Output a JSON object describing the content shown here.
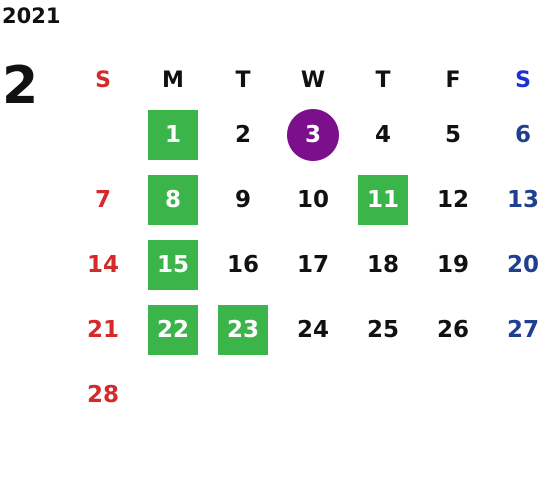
{
  "year": "2021",
  "month": "2",
  "weekdays": [
    "S",
    "M",
    "T",
    "W",
    "T",
    "F",
    "S"
  ],
  "colors": {
    "sunday": "#d42a2a",
    "saturday": "#1f3f8f",
    "saturday_header": "#1f2fd6",
    "highlight_green": "#3bb54a",
    "today_purple": "#7b0f8c"
  },
  "days": [
    {
      "d": "1",
      "col": 1,
      "row": 1,
      "mark": "green"
    },
    {
      "d": "2",
      "col": 2,
      "row": 1
    },
    {
      "d": "3",
      "col": 3,
      "row": 1,
      "mark": "purple"
    },
    {
      "d": "4",
      "col": 4,
      "row": 1
    },
    {
      "d": "5",
      "col": 5,
      "row": 1
    },
    {
      "d": "6",
      "col": 6,
      "row": 1
    },
    {
      "d": "7",
      "col": 0,
      "row": 2
    },
    {
      "d": "8",
      "col": 1,
      "row": 2,
      "mark": "green"
    },
    {
      "d": "9",
      "col": 2,
      "row": 2
    },
    {
      "d": "10",
      "col": 3,
      "row": 2
    },
    {
      "d": "11",
      "col": 4,
      "row": 2,
      "mark": "green"
    },
    {
      "d": "12",
      "col": 5,
      "row": 2
    },
    {
      "d": "13",
      "col": 6,
      "row": 2
    },
    {
      "d": "14",
      "col": 0,
      "row": 3
    },
    {
      "d": "15",
      "col": 1,
      "row": 3,
      "mark": "green"
    },
    {
      "d": "16",
      "col": 2,
      "row": 3
    },
    {
      "d": "17",
      "col": 3,
      "row": 3
    },
    {
      "d": "18",
      "col": 4,
      "row": 3
    },
    {
      "d": "19",
      "col": 5,
      "row": 3
    },
    {
      "d": "20",
      "col": 6,
      "row": 3
    },
    {
      "d": "21",
      "col": 0,
      "row": 4
    },
    {
      "d": "22",
      "col": 1,
      "row": 4,
      "mark": "green"
    },
    {
      "d": "23",
      "col": 2,
      "row": 4,
      "mark": "green"
    },
    {
      "d": "24",
      "col": 3,
      "row": 4
    },
    {
      "d": "25",
      "col": 4,
      "row": 4
    },
    {
      "d": "26",
      "col": 5,
      "row": 4
    },
    {
      "d": "27",
      "col": 6,
      "row": 4
    },
    {
      "d": "28",
      "col": 0,
      "row": 5
    }
  ]
}
